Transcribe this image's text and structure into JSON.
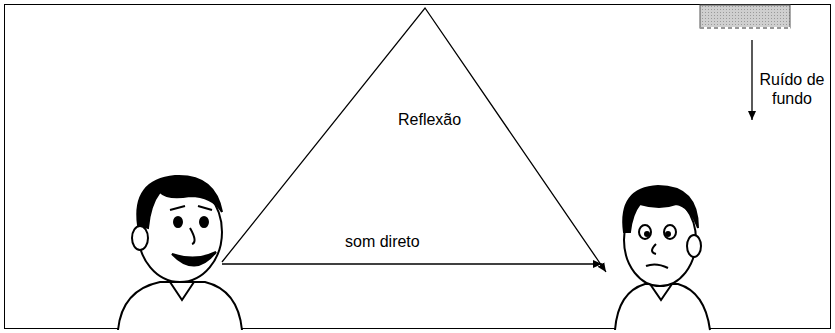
{
  "diagram": {
    "labels": [
      "Reflexão",
      "Ruído de fundo",
      "som direto"
    ]
  }
}
